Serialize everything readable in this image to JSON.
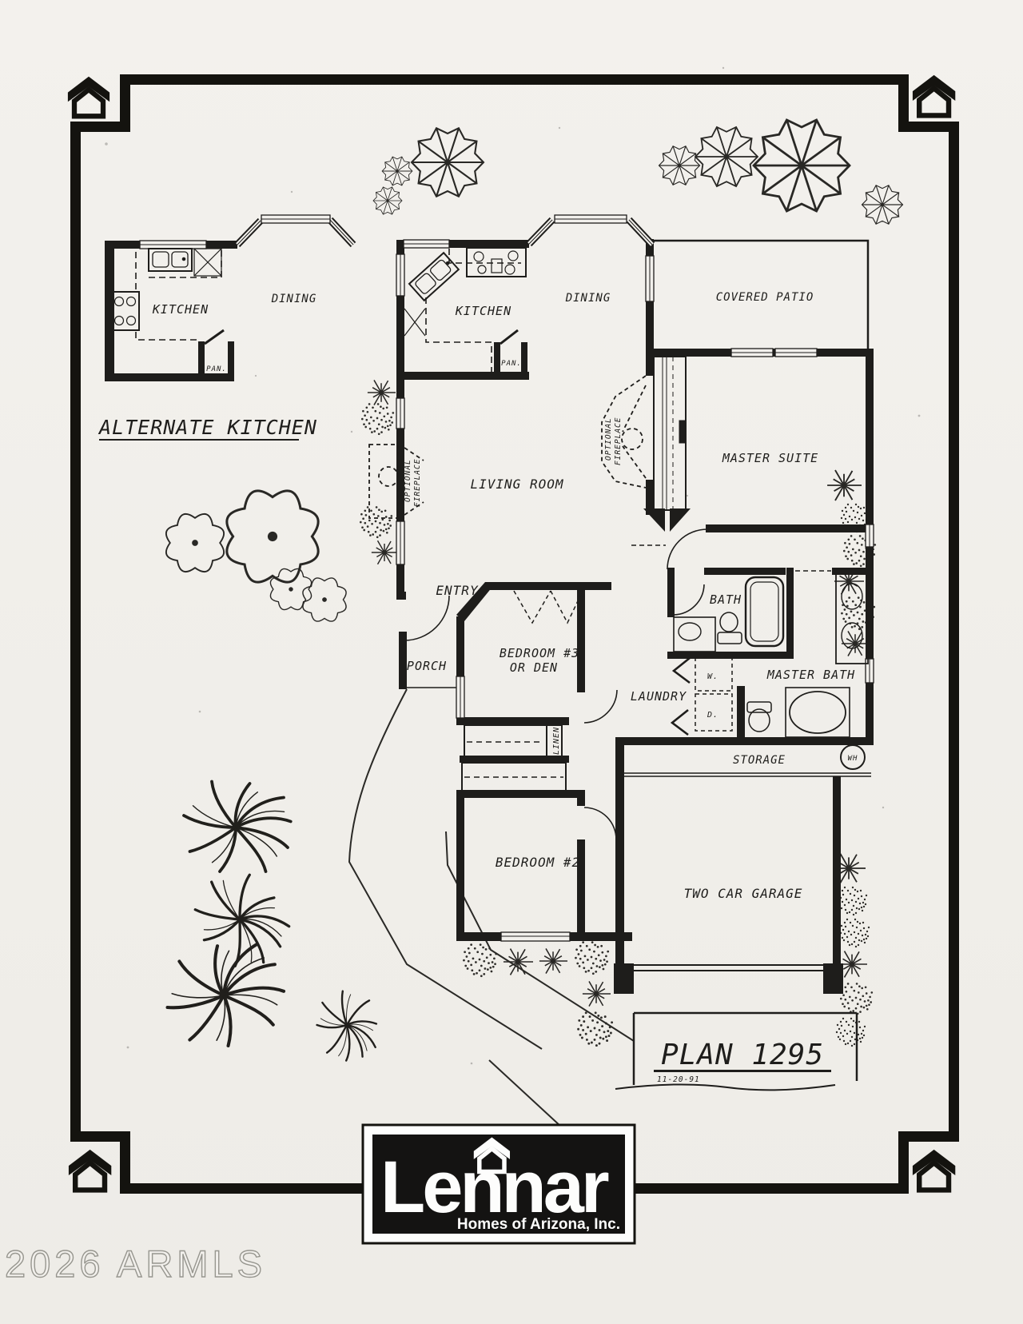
{
  "page": {
    "paper_color": "#f2f0ec",
    "ink_color": "#1e1d1b"
  },
  "watermark": "2026 ARMLS",
  "plan": {
    "number": "PLAN 1295",
    "date": "11-20-91",
    "alternate_kitchen_title": "ALTERNATE KITCHEN"
  },
  "rooms": {
    "kitchen": "KITCHEN",
    "dining": "DINING",
    "covered_patio": "COVERED PATIO",
    "master_suite": "MASTER SUITE",
    "living_room": "LIVING ROOM",
    "entry": "ENTRY",
    "porch": "PORCH",
    "bedroom3_line1": "BEDROOM #3",
    "bedroom3_line2": "OR DEN",
    "bath": "BATH",
    "master_bath": "MASTER BATH",
    "laundry": "LAUNDRY",
    "storage": "STORAGE",
    "bedroom2": "BEDROOM #2",
    "garage": "TWO CAR GARAGE",
    "optional_fireplace_line1": "OPTIONAL",
    "optional_fireplace_line2": "FIREPLACE"
  },
  "fixtures": {
    "pantry": "PAN.",
    "washer": "W.",
    "dryer": "D.",
    "linen": "LINEN",
    "water_heater": "WH"
  },
  "logo": {
    "brand": "Lennar",
    "subtitle": "Homes of Arizona, Inc."
  }
}
